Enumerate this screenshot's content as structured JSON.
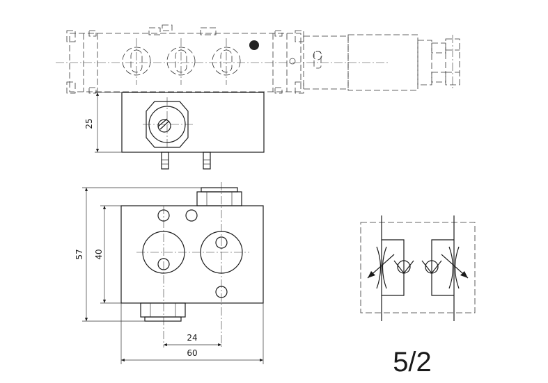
{
  "dimensions": {
    "height_side": "25",
    "height_outer": "57",
    "height_inner": "40",
    "port_spacing": "24",
    "width_total": "60"
  },
  "symbol_label": "5/2"
}
